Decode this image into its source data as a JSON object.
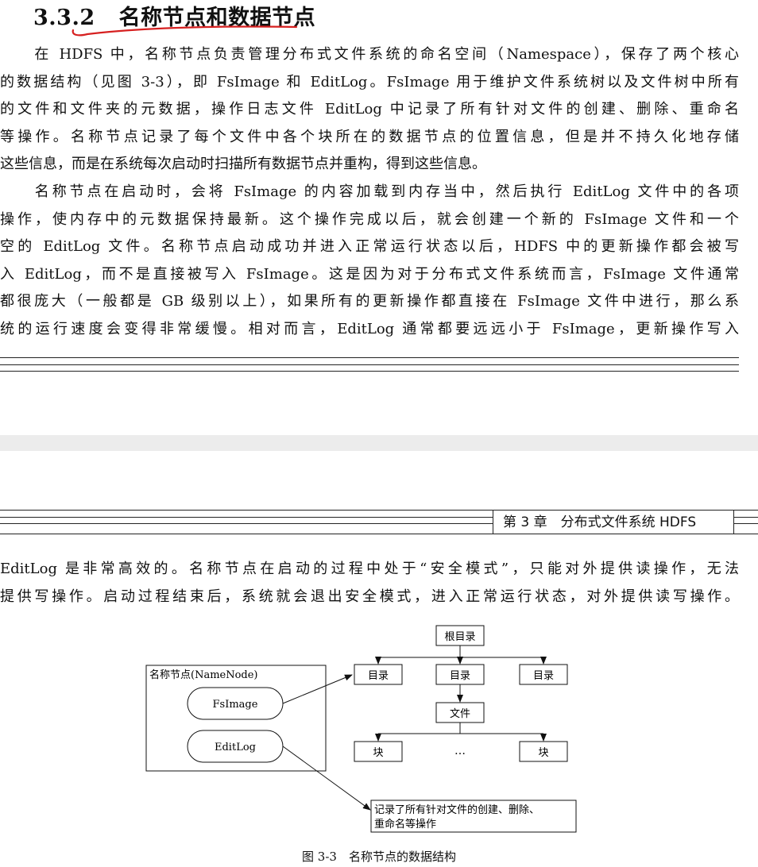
{
  "section": {
    "number": "3.3.2",
    "title": "名称节点和数据节点"
  },
  "paragraph1": [
    "　　在 HDFS 中，名称节点负责管理分布式文件系统的命名空间（Namespace），保存了两个核心",
    "的数据结构（见图 3-3），即 FsImage 和 EditLog。FsImage 用于维护文件系统树以及文件树中所有",
    "的文件和文件夹的元数据，操作日志文件 EditLog 中记录了所有针对文件的创建、删除、重命名",
    "等操作。名称节点记录了每个文件中各个块所在的数据节点的位置信息，但是并不持久化地存储",
    "这些信息，而是在系统每次启动时扫描所有数据节点并重构，得到这些信息。"
  ],
  "paragraph2": [
    "　　名称节点在启动时，会将 FsImage 的内容加载到内存当中，然后执行 EditLog 文件中的各项",
    "操作，使内存中的元数据保持最新。这个操作完成以后，就会创建一个新的 FsImage 文件和一个",
    "空的 EditLog 文件。名称节点启动成功并进入正常运行状态以后，HDFS 中的更新操作都会被写",
    "入 EditLog，而不是直接被写入 FsImage。这是因为对于分布式文件系统而言，FsImage 文件通常",
    "都很庞大（一般都是 GB 级别以上），如果所有的更新操作都直接在 FsImage 文件中进行，那么系",
    "统的运行速度会变得非常缓慢。相对而言，EditLog 通常都要远远小于 FsImage，更新操作写入"
  ],
  "running_header": "第 3 章　分布式文件系统 HDFS",
  "paragraph3": [
    "EditLog 是非常高效的。名称节点在启动的过程中处于“安全模式”，只能对外提供读操作，无法",
    "提供写操作。启动过程结束后，系统就会退出安全模式，进入正常运行状态，对外提供读写操作。"
  ],
  "figure": {
    "namenode_label": "名称节点(NameNode)",
    "fsimage": "FsImage",
    "editlog": "EditLog",
    "root": "根目录",
    "dirs": [
      "目录",
      "目录",
      "目录"
    ],
    "file": "文件",
    "blocks": [
      "块",
      "块"
    ],
    "ellipsis": "…",
    "note_line1": "记录了所有针对文件的创建、删除、",
    "note_line2": "重命名等操作",
    "caption": "图 3-3　名称节点的数据结构"
  }
}
